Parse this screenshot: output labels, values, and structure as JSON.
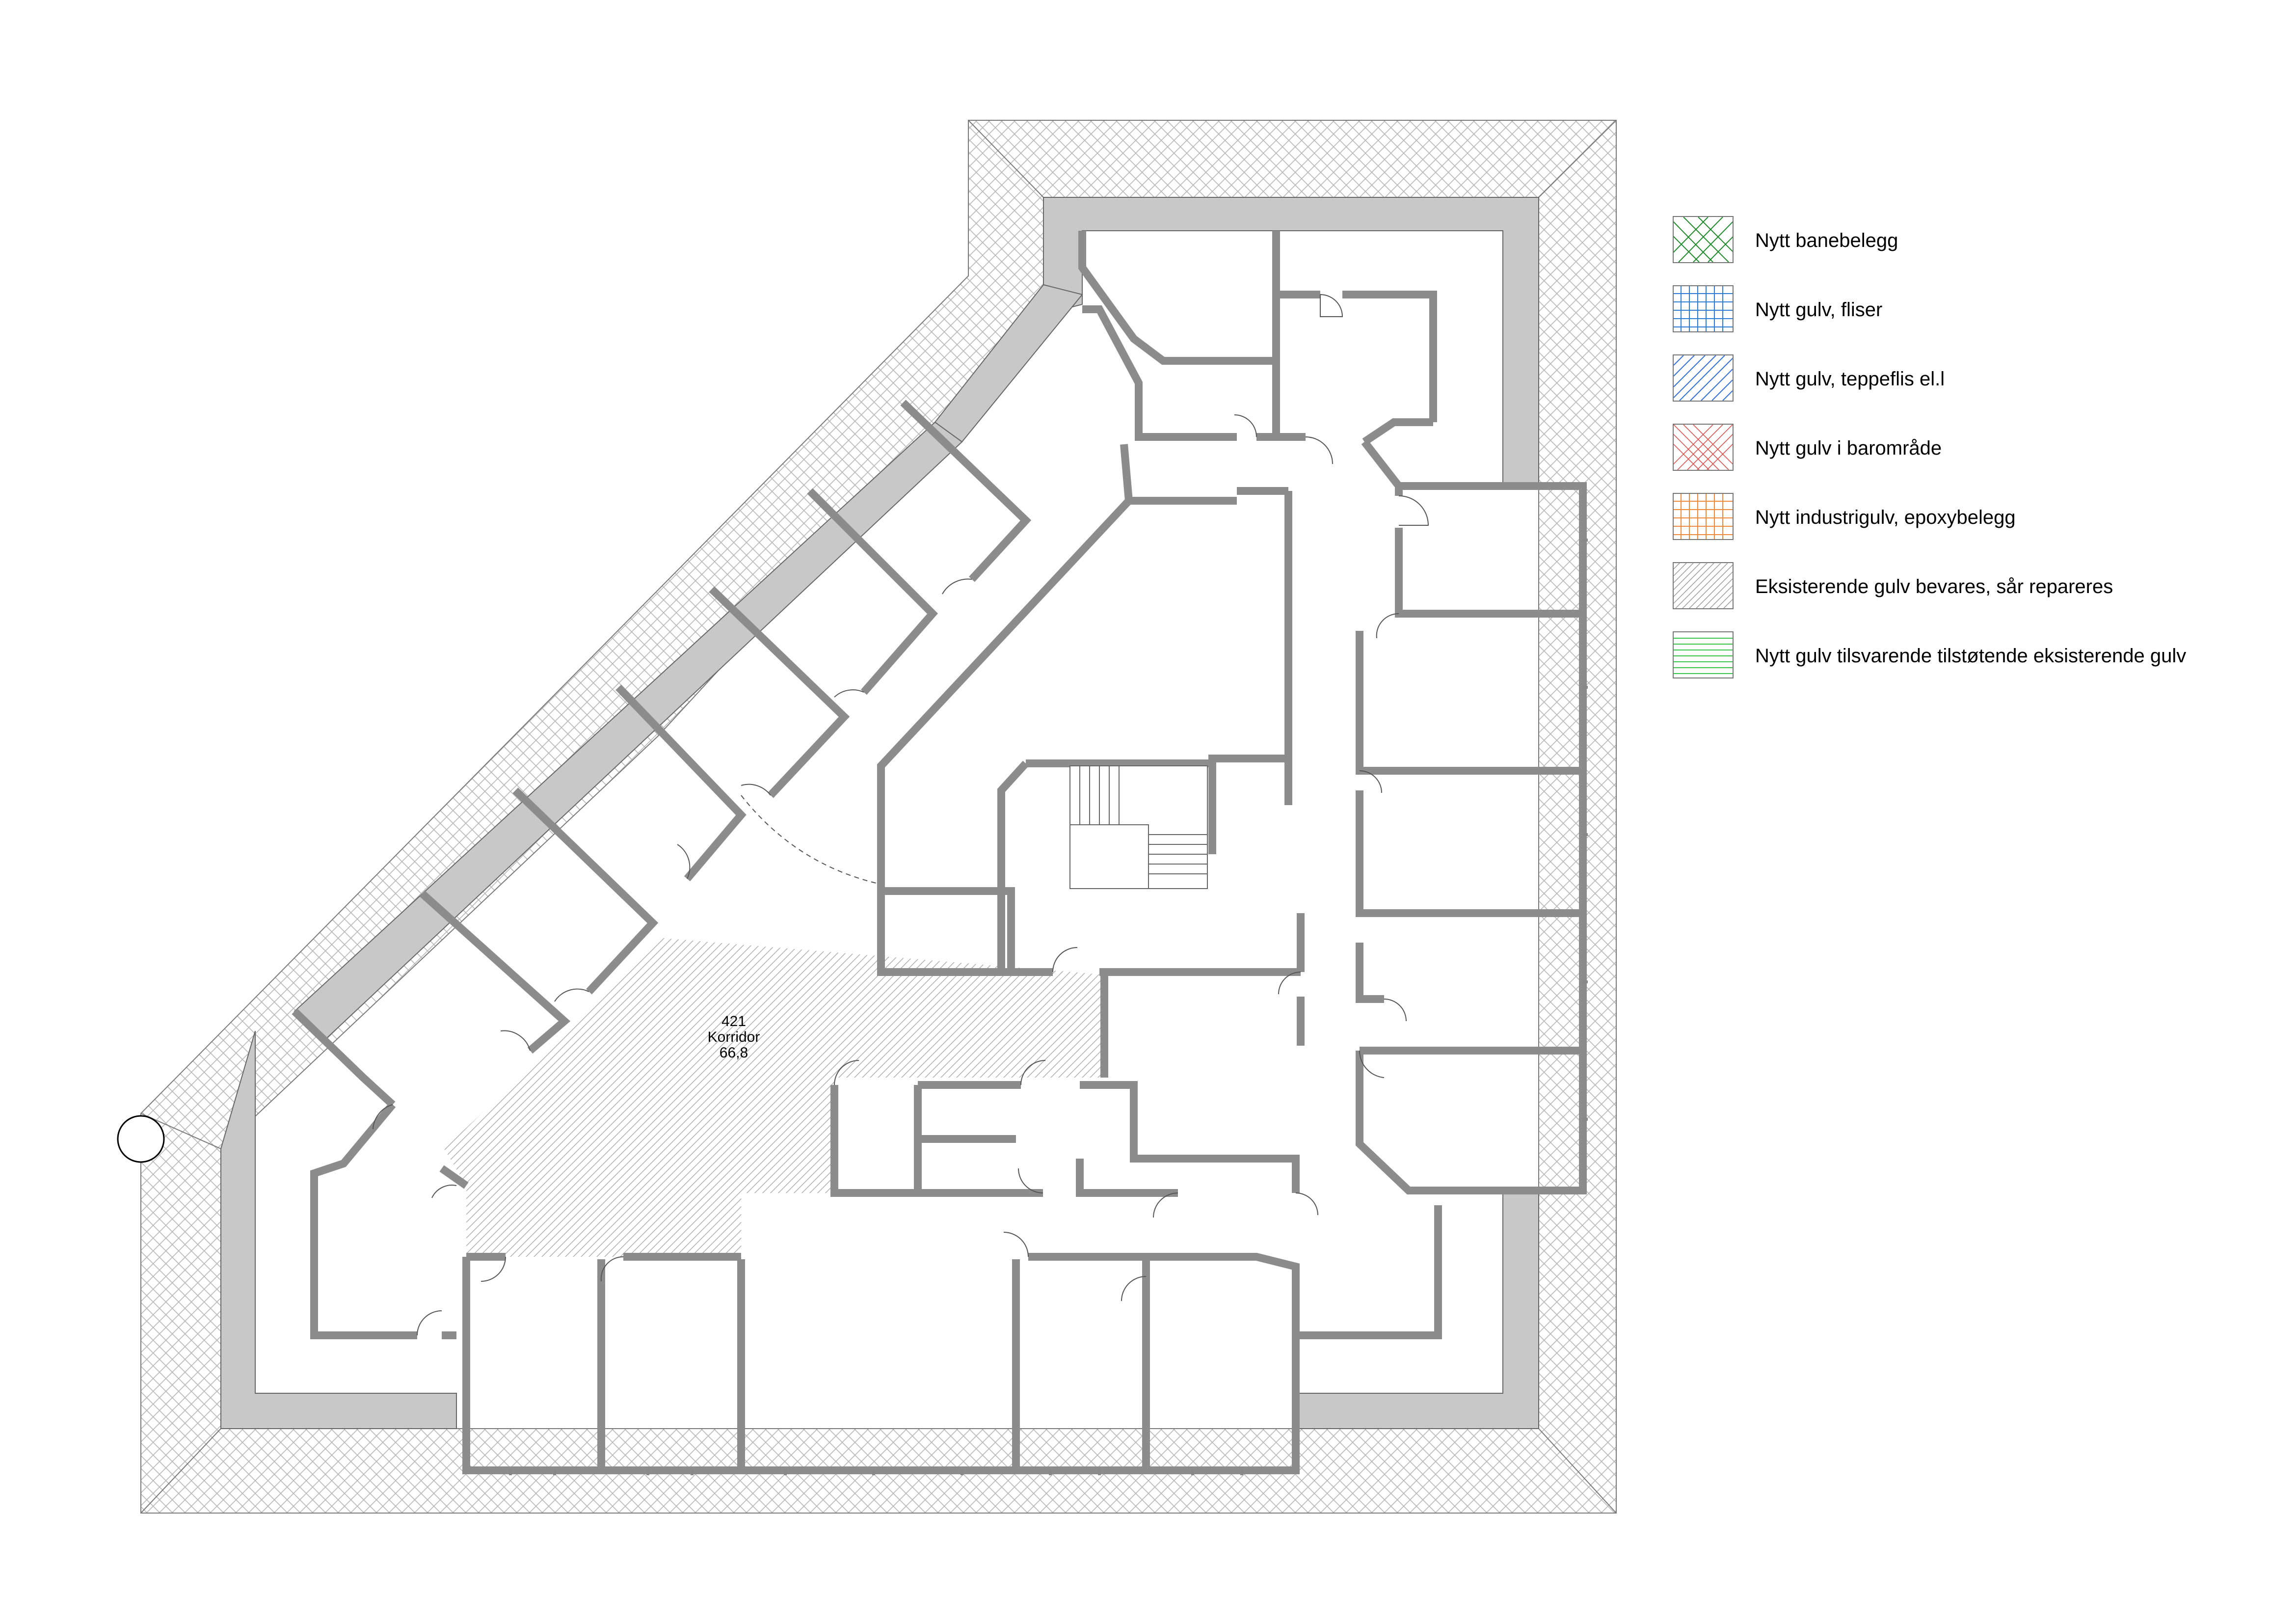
{
  "room": {
    "number": "421",
    "name": "Korridor",
    "area": "66,8"
  },
  "legend": [
    {
      "label": "Nytt banebelegg",
      "pattern": "crosshatch-diagonal",
      "color": "#1f8a2a"
    },
    {
      "label": "Nytt gulv, fliser",
      "pattern": "grid",
      "color": "#2f7fd6"
    },
    {
      "label": "Nytt gulv, teppeflis el.l",
      "pattern": "diagonal",
      "color": "#2f6fd6"
    },
    {
      "label": "Nytt gulv i barområde",
      "pattern": "crosshatch-diagonal",
      "color": "#d9534f"
    },
    {
      "label": "Nytt industrigulv, epoxybelegg",
      "pattern": "grid",
      "color": "#f08a3c"
    },
    {
      "label": "Eksisterende gulv bevares, sår repareres",
      "pattern": "diagonal",
      "color": "#9a9a9a"
    },
    {
      "label": "Nytt gulv tilsvarende tilstøtende eksisterende gulv",
      "pattern": "horizontal",
      "color": "#3cc54a"
    }
  ],
  "colors": {
    "wall": "#c8c8c8",
    "wall_outline": "#555555",
    "roof_tile": "#bdbdbd",
    "existing_floor_hatch": "#9a9a9a"
  }
}
